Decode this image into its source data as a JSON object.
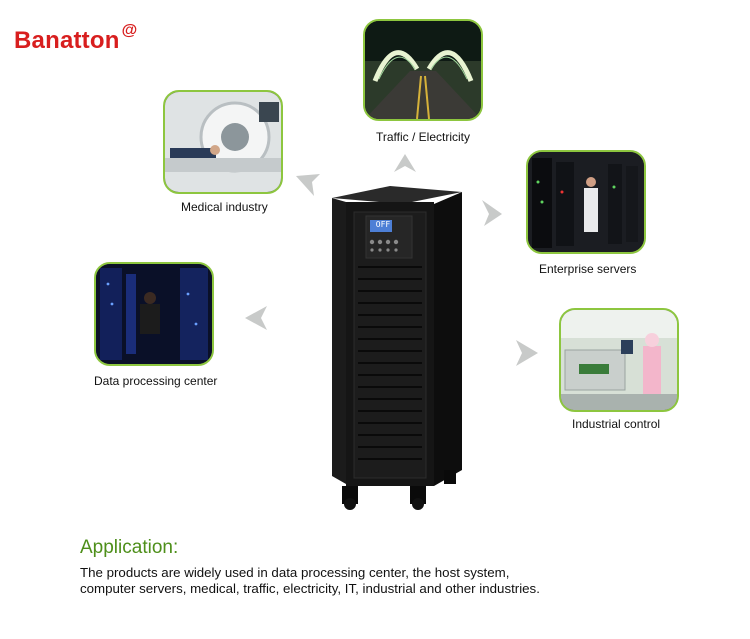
{
  "brand": {
    "name": "Banatton",
    "mark": "@",
    "color": "#d81e1e"
  },
  "applications": [
    {
      "label": "Traffic / Electricity"
    },
    {
      "label": "Medical industry"
    },
    {
      "label": "Enterprise servers"
    },
    {
      "label": "Data processing center"
    },
    {
      "label": "Industrial control"
    }
  ],
  "ups": {
    "display": "OFF"
  },
  "application_section": {
    "title": "Application:",
    "text_line1": "The products are widely used in data processing center, the host system,",
    "text_line2": "computer servers, medical, traffic, electricity, IT, industrial and other industries."
  },
  "colors": {
    "accent_green": "#8dc63f",
    "title_green": "#4e8f1a",
    "arrow_gray": "#c8cac9"
  }
}
